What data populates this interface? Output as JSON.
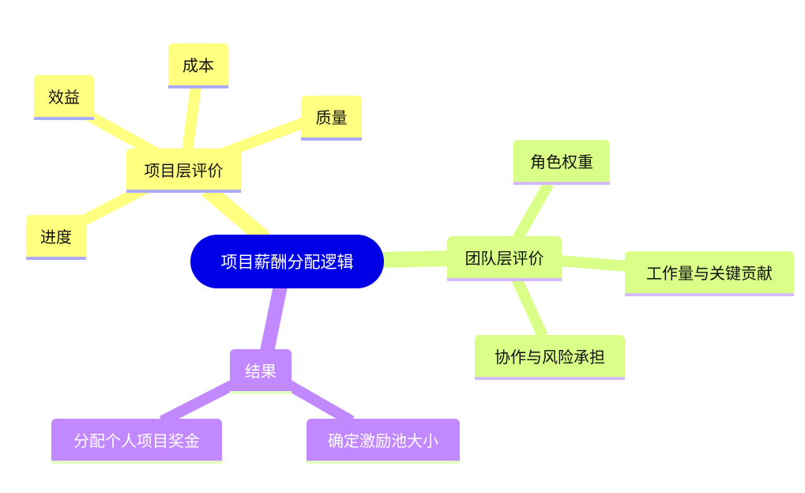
{
  "root": {
    "label": "项目薪酬分配逻辑"
  },
  "branches": {
    "project": {
      "label": "项目层评价",
      "children": [
        "效益",
        "成本",
        "质量",
        "进度"
      ]
    },
    "team": {
      "label": "团队层评价",
      "children": [
        "角色权重",
        "工作量与关键贡献",
        "协作与风险承担"
      ]
    },
    "result": {
      "label": "结果",
      "children": [
        "分配个人项目奖金",
        "确定激励池大小"
      ]
    }
  },
  "colors": {
    "root": "#0000e6",
    "project": "#ffff80",
    "team": "#d9ff88",
    "result": "#c288ff"
  }
}
